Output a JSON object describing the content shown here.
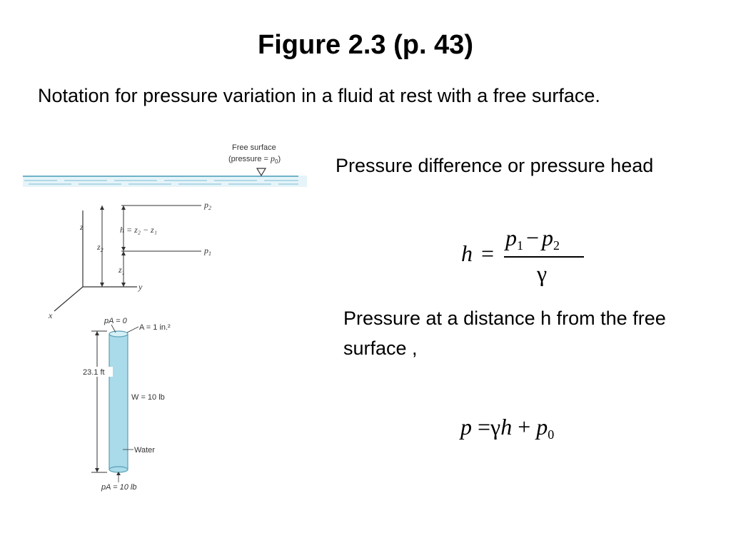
{
  "slide": {
    "title": "Figure 2.3 (p. 43)",
    "subtitle": "Notation for pressure variation in a fluid at rest with a free surface.",
    "text_a": "Pressure difference or pressure head",
    "text_b": "Pressure at a distance h from the free surface ,"
  },
  "figure1": {
    "free_surface_label": "Free surface",
    "pressure_label_prefix": "(pressure = ",
    "pressure_label_var": "p",
    "pressure_label_sub": "0",
    "pressure_label_suffix": ")",
    "p2": "p",
    "p2_sub": "2",
    "p1": "p",
    "p1_sub": "1",
    "z_axis": "z",
    "y_axis": "y",
    "x_axis": "x",
    "z2": "z",
    "z2_sub": "2",
    "z1": "z",
    "z1_sub": "1",
    "h_eq": "h = z₂ − z₁"
  },
  "figure2": {
    "top_label": "pA = 0",
    "area_label": "A = 1 in.²",
    "height_label": "23.1 ft",
    "weight_label": "W = 10 lb",
    "water_label": "Water",
    "bottom_label": "pA = 10 lb"
  },
  "equation1": {
    "lhs": "h",
    "eq": "=",
    "num_a": "p",
    "num_a_sub": "1",
    "minus": "−",
    "num_b": "p",
    "num_b_sub": "2",
    "den": "γ"
  },
  "equation2": {
    "lhs": "p",
    "eq": "=",
    "gamma": "γ",
    "h": "h",
    "plus": "+",
    "p": "p",
    "p_sub": "0"
  },
  "colors": {
    "water_line": "#6fb3c9",
    "water_fill": "#bfe3ef",
    "tube_fill": "#a9dbea",
    "tube_stroke": "#5a9fb5",
    "line": "#333333"
  }
}
